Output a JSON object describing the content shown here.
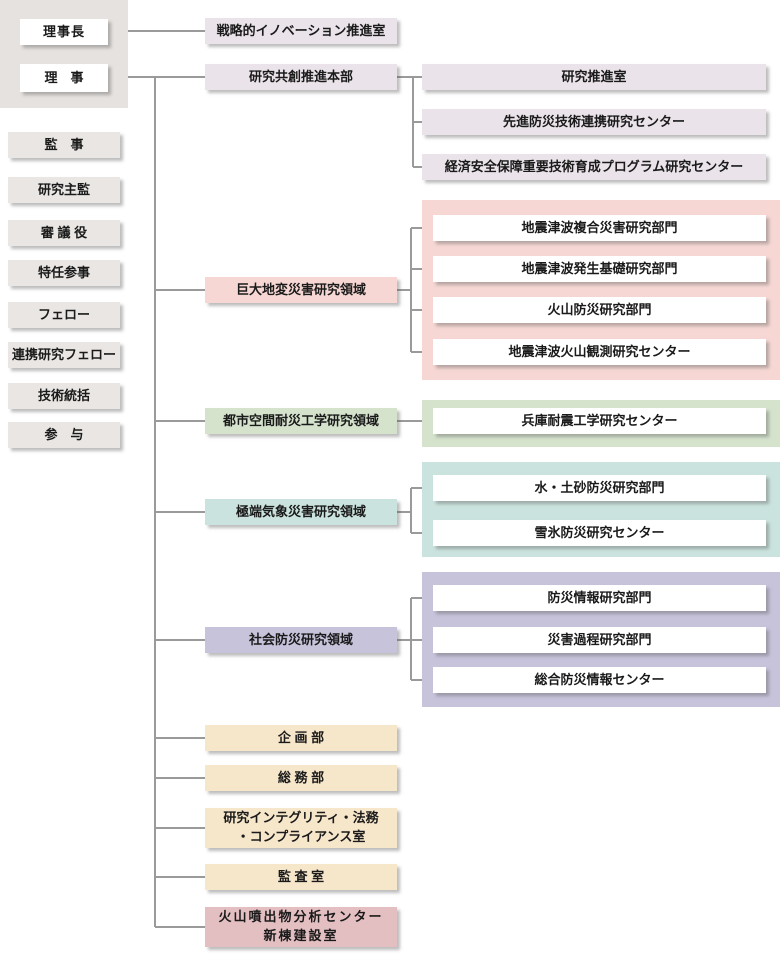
{
  "colors": {
    "background": "#ffffff",
    "connector_line": "#9a9a9a",
    "executive_backdrop": "#e6e2df",
    "officer_box": "#e9e6e3",
    "lavender": "#eae4ea",
    "pink": "#f6d7d3",
    "green": "#d5e3cd",
    "teal": "#cbe3de",
    "purple": "#c7c3db",
    "cream": "#f6e6ca",
    "rose": "#e3bfc2",
    "child_box": "#ffffff",
    "text": "#1a1a1a"
  },
  "executive": {
    "president": "理事長",
    "director": "理　事"
  },
  "officers": [
    "監　事",
    "研究主監",
    "審 議 役",
    "特任参事",
    "フェロー",
    "連携研究フェロー",
    "技術統括",
    "参　与"
  ],
  "strategic_office": "戦略的イノベーション推進室",
  "research_hq": {
    "label": "研究共創推進本部",
    "children": [
      "研究推進室",
      "先進防災技術連携研究センター",
      "経済安全保障重要技術育成プログラム研究センター"
    ]
  },
  "domains": [
    {
      "label": "巨大地変災害研究領域",
      "children": [
        "地震津波複合災害研究部門",
        "地震津波発生基礎研究部門",
        "火山防災研究部門",
        "地震津波火山観測研究センター"
      ]
    },
    {
      "label": "都市空間耐災工学研究領域",
      "children": [
        "兵庫耐震工学研究センター"
      ]
    },
    {
      "label": "極端気象災害研究領域",
      "children": [
        "水・土砂防災研究部門",
        "雪氷防災研究センター"
      ]
    },
    {
      "label": "社会防災研究領域",
      "children": [
        "防災情報研究部門",
        "災害過程研究部門",
        "総合防災情報センター"
      ]
    }
  ],
  "admin": [
    "企 画 部",
    "総 務 部",
    "研究インテグリティ・法務\n・コンプライアンス室",
    "監 査 室"
  ],
  "construction_office": "火山噴出物分析センター\n新棟建設室"
}
